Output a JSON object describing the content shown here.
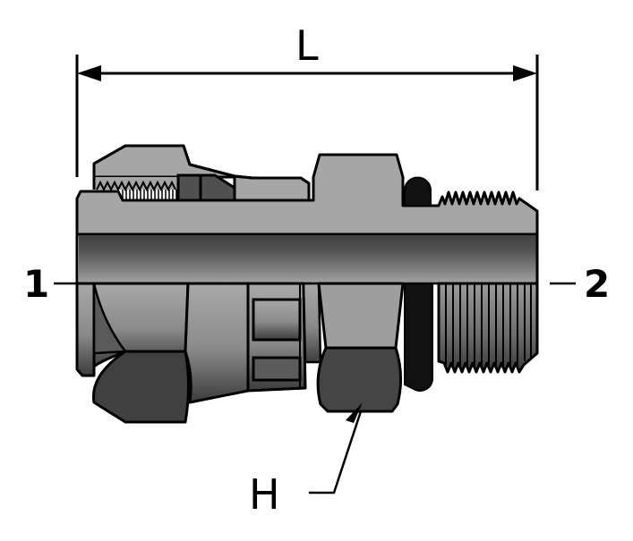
{
  "diagram": {
    "type": "technical-drawing",
    "subject": "hose fitting / adapter cross-section with swivel nut, hex body, O-ring and male thread",
    "labels": {
      "length": "L",
      "port_left": "1",
      "port_right": "2",
      "hex": "H"
    },
    "colors": {
      "outline": "#000000",
      "body_light": "#a6a6a6",
      "body_dark": "#404040",
      "bore_dark": "#444444",
      "bore_light": "#9a9a9a",
      "oring": "#111111",
      "background": "#ffffff"
    }
  }
}
